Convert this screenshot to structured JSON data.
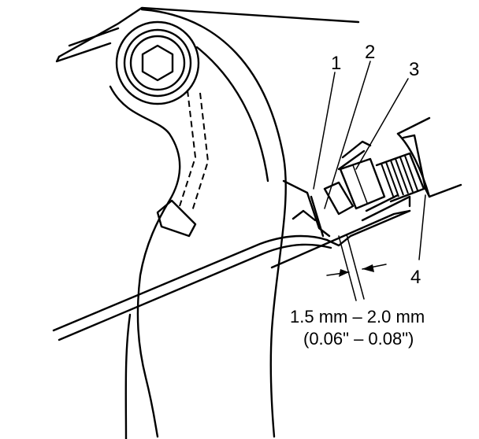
{
  "callouts": [
    {
      "id": "1",
      "label": "1"
    },
    {
      "id": "2",
      "label": "2"
    },
    {
      "id": "3",
      "label": "3"
    },
    {
      "id": "4",
      "label": "4"
    }
  ],
  "dimension": {
    "metric": "1.5 mm – 2.0 mm",
    "imperial": "(0.06\" – 0.08\")"
  }
}
